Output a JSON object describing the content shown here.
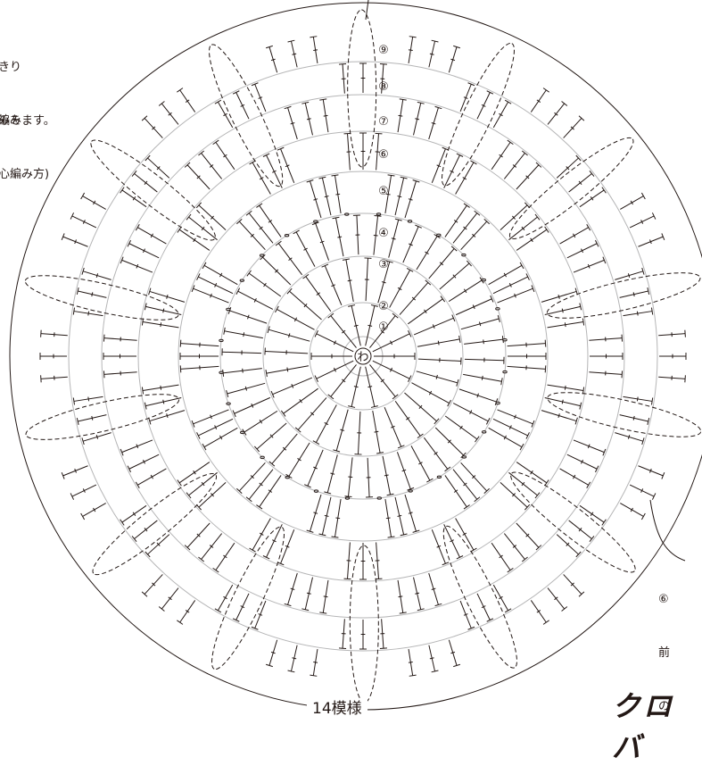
{
  "notes": {
    "top_left_lines": [
      "きり",
      "編みます。"
    ],
    "top_left_lines_2": [
      "みを",
      "心編み方)"
    ],
    "bottom_right_lines": [
      "⑥",
      "前",
      "の"
    ]
  },
  "center_label": "わ",
  "round_labels": [
    "①",
    "②",
    "③",
    "④",
    "⑤",
    "⑥",
    "⑦",
    "⑧",
    "⑨"
  ],
  "caption": "14模様",
  "brand": "クロバ",
  "pattern_repeats": 14,
  "colors": {
    "ink": "#231815",
    "guide_ring": "#b5b5b6"
  }
}
